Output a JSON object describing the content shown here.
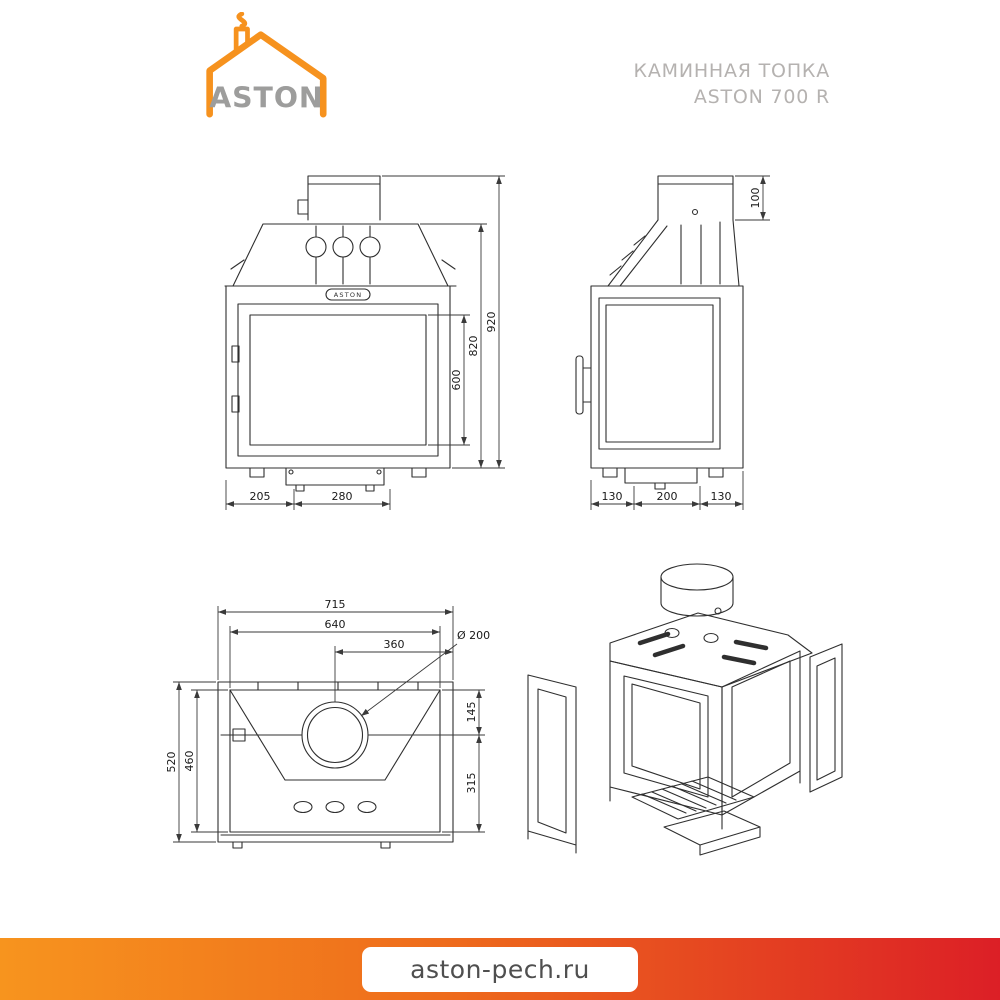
{
  "header": {
    "brand": "ASTON",
    "product_line1": "КАМИННАЯ ТОПКА",
    "product_line2": "ASTON 700 R"
  },
  "footer": {
    "website": "aston-pech.ru"
  },
  "colors": {
    "accent_orange": "#F6921E",
    "accent_red": "#DC1F26",
    "line_color": "#2F2F2F",
    "muted_gray_text": "#B5B2B0"
  },
  "front_view": {
    "label": "ASTON",
    "dims": {
      "bottom_left": "205",
      "bottom_center": "280",
      "glass_height": "600",
      "firebox_height": "820",
      "total_height": "920"
    }
  },
  "side_view": {
    "dims": {
      "chimney_height": "100",
      "bottom_left": "130",
      "bottom_center": "200",
      "bottom_right": "130"
    }
  },
  "top_view": {
    "dims": {
      "overall_width": "715",
      "inner_width": "640",
      "right_span": "360",
      "flue_diameter": "Ø 200",
      "back_depth": "145",
      "front_depth": "315",
      "overall_depth": "520",
      "inner_depth": "460"
    }
  }
}
